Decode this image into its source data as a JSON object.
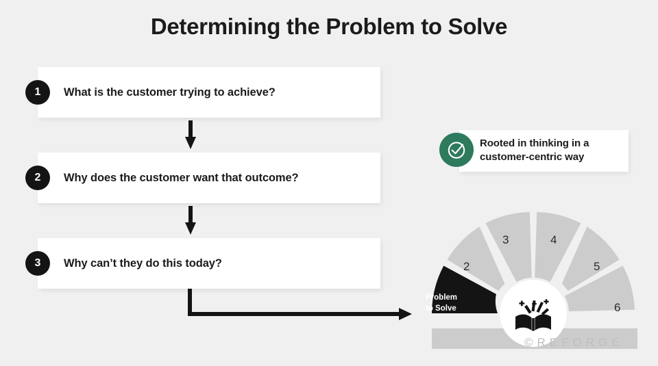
{
  "slide": {
    "title": "Determining the Problem to Solve",
    "background_color": "#f0f0f0",
    "accent_dark": "#141414",
    "accent_green": "#2d7a5d",
    "fan_segment_color": "#cccccc"
  },
  "steps": [
    {
      "number": "1",
      "text": "What is the customer trying to achieve?"
    },
    {
      "number": "2",
      "text": "Why does the customer want that outcome?"
    },
    {
      "number": "3",
      "text": "Why can’t they do this today?"
    }
  ],
  "callout": {
    "icon": "check-circle-icon",
    "line1": "Rooted in thinking in a",
    "line2": "customer-centric way"
  },
  "fan": {
    "center_icon": "open-book-icon",
    "segments": [
      {
        "id": "1",
        "label_line1": "Problem",
        "label_line2": "to Solve",
        "highlighted": true
      },
      {
        "id": "2",
        "label": "2",
        "highlighted": false
      },
      {
        "id": "3",
        "label": "3",
        "highlighted": false
      },
      {
        "id": "4",
        "label": "4",
        "highlighted": false
      },
      {
        "id": "5",
        "label": "5",
        "highlighted": false
      },
      {
        "id": "6",
        "label": "6",
        "highlighted": false
      }
    ]
  },
  "watermark": "©REFORGE"
}
